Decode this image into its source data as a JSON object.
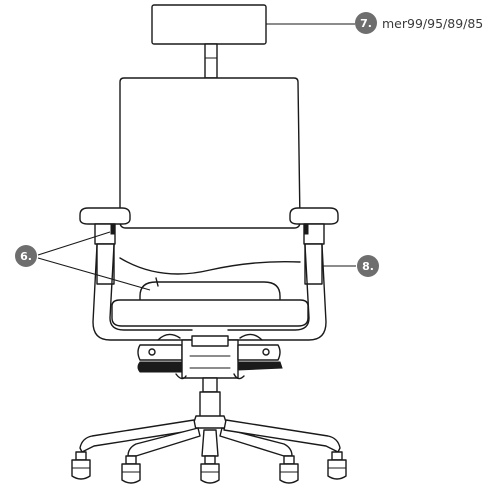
{
  "callouts": [
    {
      "number": "7.",
      "text": "mer99/95/89/85"
    },
    {
      "number": "6.",
      "text": ""
    },
    {
      "number": "8.",
      "text": ""
    }
  ],
  "colors": {
    "badge": "#6e6e6e",
    "line": "#1a1a1a",
    "background": "#ffffff"
  }
}
